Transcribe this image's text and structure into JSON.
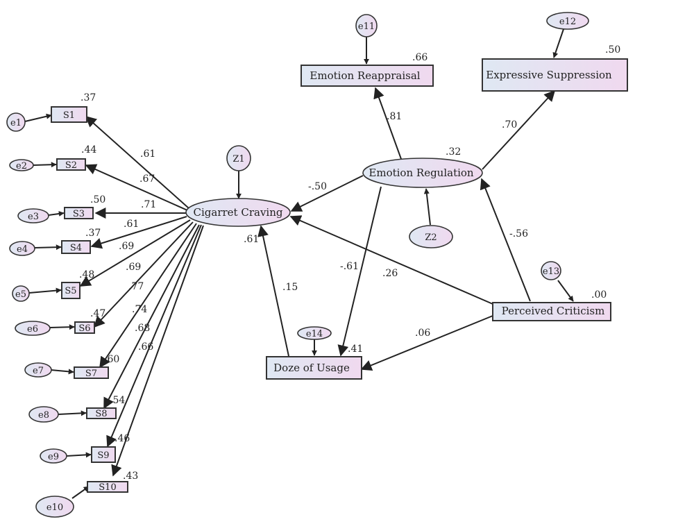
{
  "colors": {
    "node_fill_start": "#dfe8f3",
    "node_fill_end": "#f0d9ef",
    "stroke": "#222222"
  },
  "nodes": {
    "s1": "S1",
    "s2": "S2",
    "s3": "S3",
    "s4": "S4",
    "s5": "S5",
    "s6": "S6",
    "s7": "S7",
    "s8": "S8",
    "s9": "S9",
    "s10": "S10",
    "e1": "e1",
    "e2": "e2",
    "e3": "e3",
    "e4": "e4",
    "e5": "e5",
    "e6": "e6",
    "e7": "e7",
    "e8": "e8",
    "e9": "e9",
    "e10": "e10",
    "e11": "e11",
    "e12": "e12",
    "e13": "e13",
    "e14": "e14",
    "z1": "Z1",
    "z2": "Z2",
    "cigarret_craving": "Cigarret Craving",
    "emotion_regulation": "Emotion Regulation",
    "emotion_reappraisal": "Emotion Reappraisal",
    "expressive_suppression": "Expressive Suppression",
    "perceived_criticism": "Perceived Criticism",
    "doze_of_usage": "Doze of Usage"
  },
  "r2": {
    "s1": ".37",
    "s2": ".44",
    "s3": ".50",
    "s4": ".37",
    "s5": ".48",
    "s6": ".47",
    "s7": ".60",
    "s8": ".54",
    "s9": ".46",
    "s10": ".43",
    "cigarret_craving": ".61",
    "emotion_regulation": ".32",
    "emotion_reappraisal": ".66",
    "expressive_suppression": ".50",
    "perceived_criticism": ".00",
    "doze_of_usage": ".41"
  },
  "loadings": {
    "s1": ".61",
    "s2": ".67",
    "s3": ".71",
    "s4": ".61",
    "s5": ".69",
    "s6": ".69",
    "s7": ".77",
    "s8": ".74",
    "s9": ".68",
    "s10": ".66"
  },
  "paths": {
    "er_to_reappraisal": ".81",
    "er_to_suppression": ".70",
    "er_to_craving": "-.50",
    "er_to_doze": "-.61",
    "pc_to_er": "-.56",
    "pc_to_craving": ".26",
    "pc_to_doze": ".06",
    "doze_to_craving": ".15"
  }
}
